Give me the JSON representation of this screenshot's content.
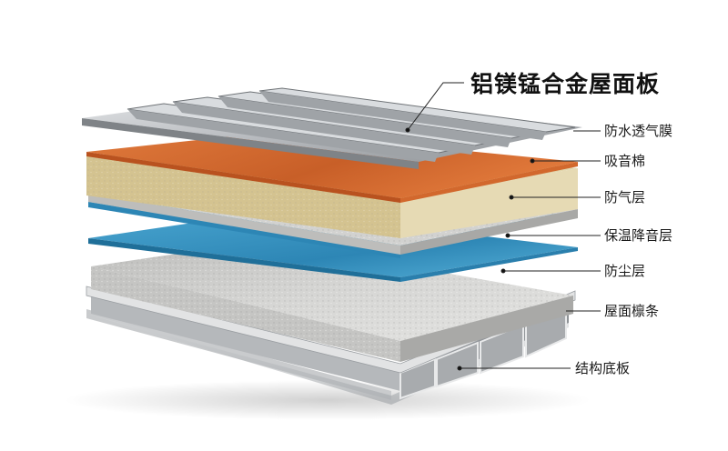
{
  "title": "铝镁锰合金屋面板",
  "layers": [
    {
      "id": "roof-panel",
      "label": "铝镁锰合金屋面板",
      "color": "#b9bcc0"
    },
    {
      "id": "waterproof-membrane",
      "label": "防水透气膜",
      "color": "#d56a30"
    },
    {
      "id": "acoustic-cotton",
      "label": "吸音棉",
      "color": "#d8c79a"
    },
    {
      "id": "vapor-barrier",
      "label": "防气层",
      "color": "#d8c79a"
    },
    {
      "id": "insulation-sound-layer",
      "label": "保温降音层",
      "color": "#c9c9c7"
    },
    {
      "id": "dust-layer",
      "label": "防尘层",
      "color": "#3d9cc9"
    },
    {
      "id": "roof-purlin",
      "label": "屋面檩条",
      "color": "#cfcfcd"
    },
    {
      "id": "structural-base",
      "label": "结构底板",
      "color": "#b7b9bb"
    }
  ],
  "labels": {
    "l1": "防水透气膜",
    "l2": "吸音棉",
    "l3": "防气层",
    "l4": "保温降音层",
    "l5": "防尘层",
    "l6": "屋面檩条",
    "l7": "结构底板"
  }
}
